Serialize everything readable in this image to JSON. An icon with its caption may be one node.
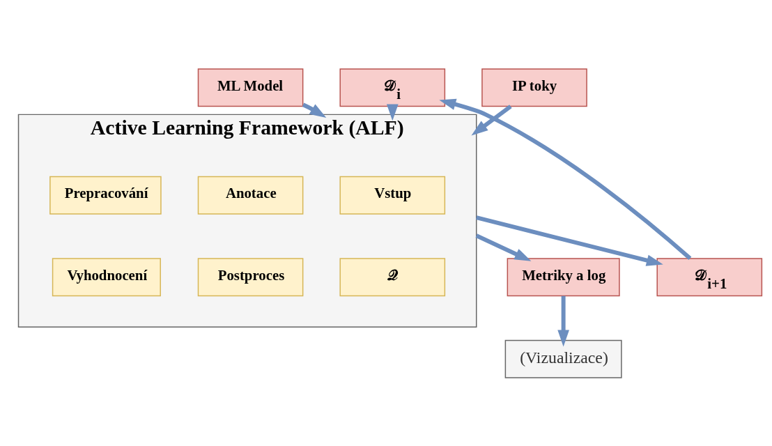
{
  "diagram": {
    "nodes": [
      {
        "text": [
          "ML Model"
        ]
      },
      {
        "text": [
          "𝒟$_{i}$"
        ]
      },
      {
        "text": [
          "Active Learning Framework (ALF)"
        ]
      },
      {
        "text": [
          "Vstup"
        ],
        "in": 2
      },
      {
        "text": [
          "Prepracování"
        ],
        "in": 2
      },
      {
        "text": [
          "Anotace"
        ],
        "in": 2
      },
      {
        "text": [
          "𝒬"
        ],
        "in": 2
      },
      {
        "text": [
          "Vyhodnocení"
        ],
        "in": 2
      },
      {
        "text": [
          "Postproces"
        ],
        "in": 2
      },
      {
        "text": [
          "IP toky"
        ]
      },
      {
        "text": [
          "𝒟$_{i+1}$"
        ]
      },
      {
        "text": [
          "Metriky a log"
        ]
      },
      {
        "text": [
          "(Vizualizace)"
        ]
      }
    ],
    "edges": [
      {
        "from": 0,
        "to": 2,
        "arrow": "to"
      },
      {
        "from": 1,
        "to": 2,
        "arrow": "to"
      },
      {
        "from": 9,
        "to": 2,
        "arrow": "to"
      },
      {
        "from": 2,
        "to": 10,
        "arrow": "to"
      },
      {
        "from": 2,
        "to": 11,
        "arrow": "to"
      },
      {
        "from": 10,
        "to": 1,
        "arrow": "to"
      },
      {
        "from": 11,
        "to": 12,
        "arrow": "to"
      }
    ]
  }
}
